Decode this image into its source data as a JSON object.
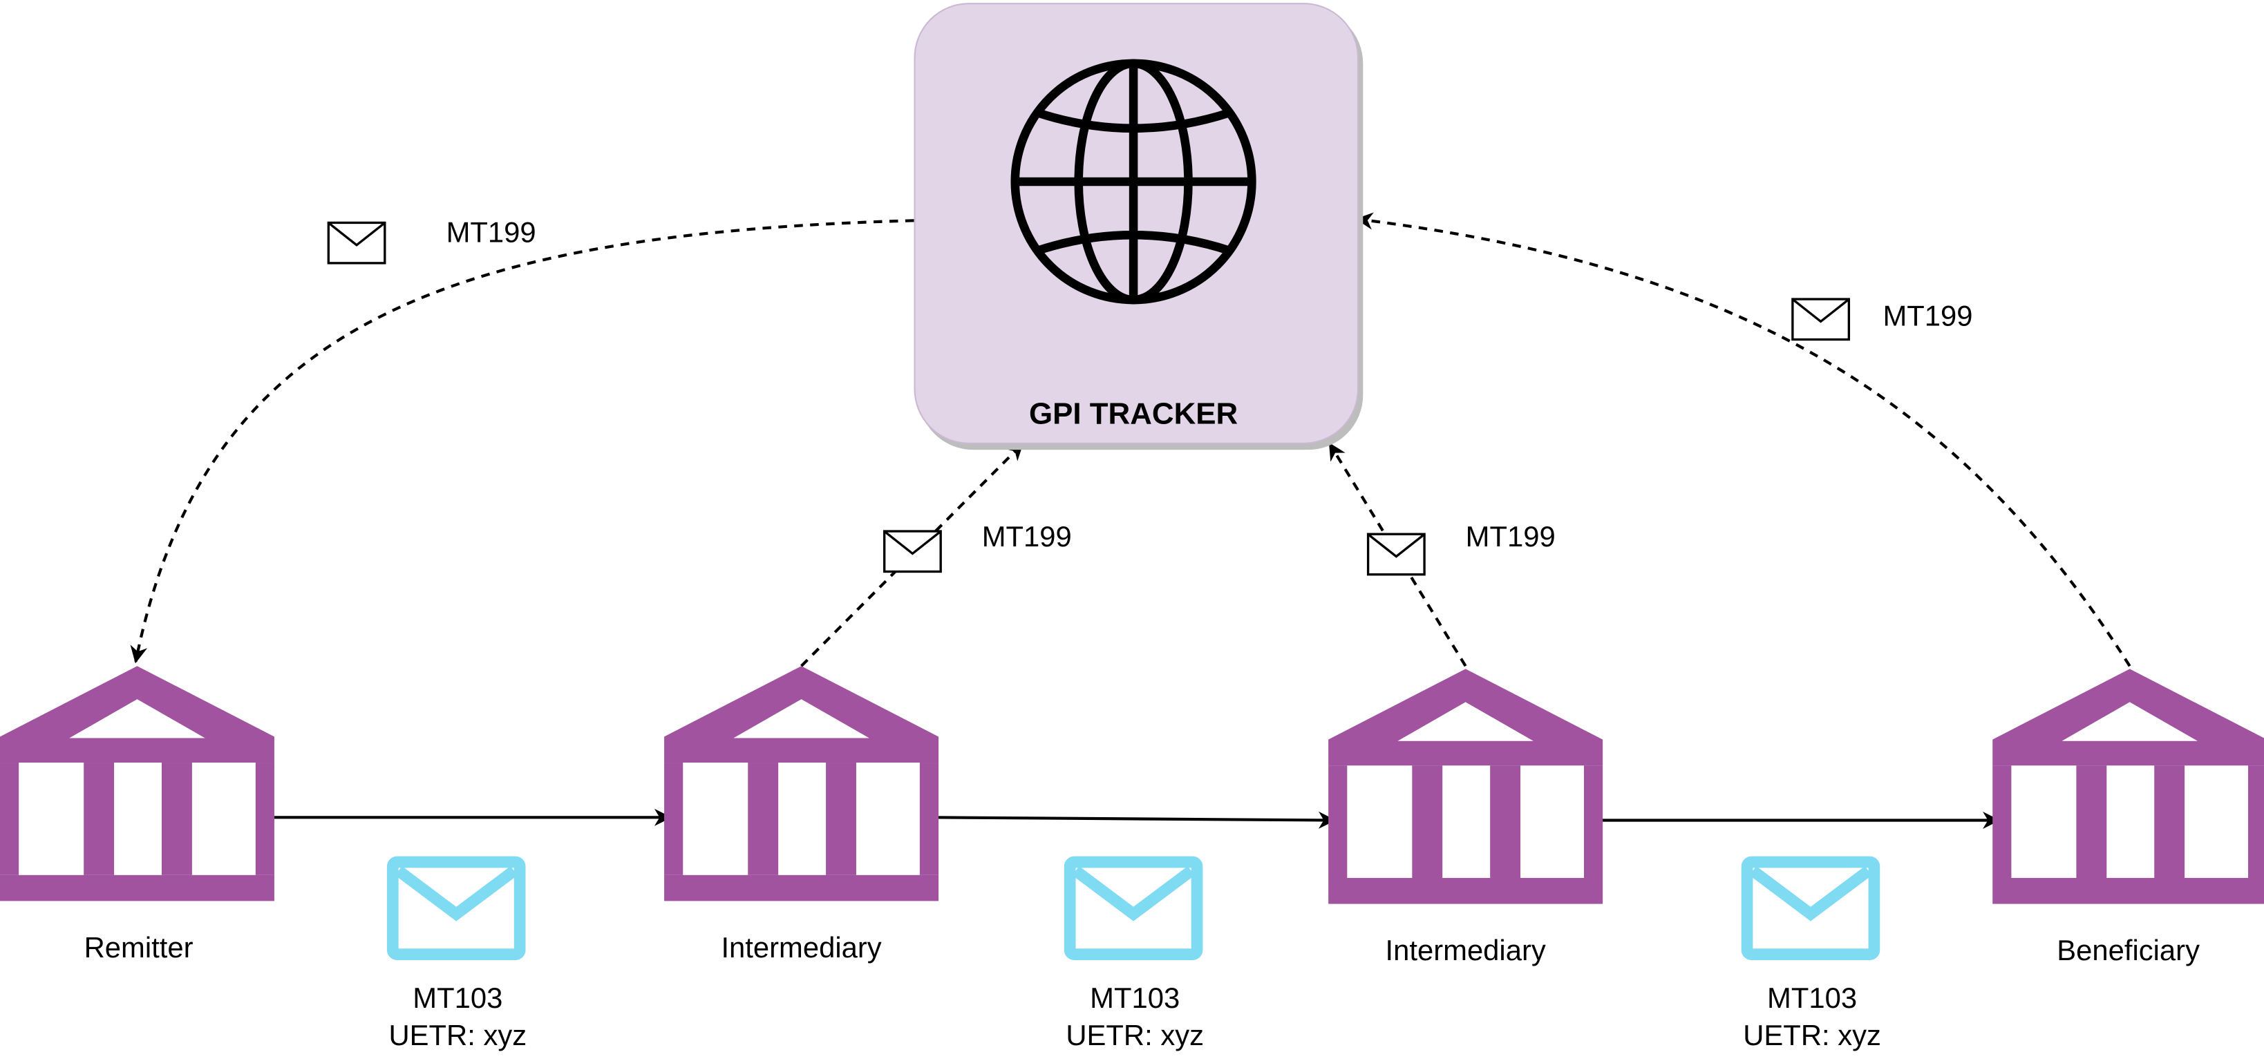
{
  "tracker": {
    "title": "GPI TRACKER",
    "fill_color": "#e1d5e7",
    "icon": "globe-icon"
  },
  "banks": [
    {
      "id": "remitter",
      "label": "Remitter"
    },
    {
      "id": "intermediary-1",
      "label": "Intermediary"
    },
    {
      "id": "intermediary-2",
      "label": "Intermediary"
    },
    {
      "id": "beneficiary",
      "label": "Beneficiary"
    }
  ],
  "bank_color": "#a153a0",
  "payment_messages": [
    {
      "type": "MT103",
      "uetr": "UETR: xyz"
    },
    {
      "type": "MT103",
      "uetr": "UETR: xyz"
    },
    {
      "type": "MT103",
      "uetr": "UETR: xyz"
    }
  ],
  "payment_envelope_color": "#7fdbf1",
  "status_messages": [
    {
      "id": "to-remitter",
      "label": "MT199"
    },
    {
      "id": "from-intermediary-1",
      "label": "MT199"
    },
    {
      "id": "from-intermediary-2",
      "label": "MT199"
    },
    {
      "id": "from-beneficiary",
      "label": "MT199"
    }
  ]
}
